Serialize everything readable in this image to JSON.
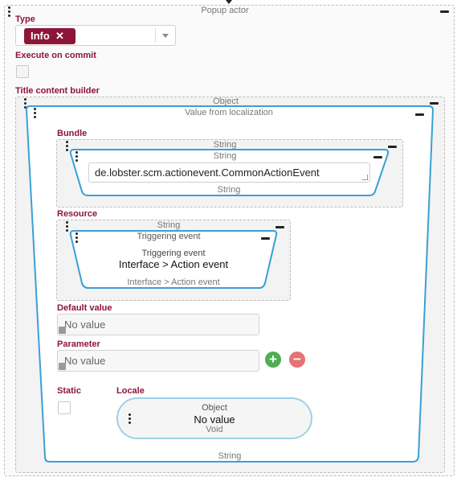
{
  "root": {
    "caption": "Popup actor"
  },
  "type_field": {
    "label": "Type",
    "selected_tag": "Info",
    "remove_glyph": "✕"
  },
  "execute_on_commit": {
    "label": "Execute on commit",
    "checked": false
  },
  "title_content_builder": {
    "label": "Title content builder",
    "caption": "Object",
    "inner": {
      "caption": "Value from localization",
      "footer": "String",
      "bundle": {
        "label": "Bundle",
        "caption": "String",
        "inner_caption": "String",
        "value": "de.lobster.scm.actionevent.CommonActionEvent",
        "footer": "String"
      },
      "resource": {
        "label": "Resource",
        "caption": "String",
        "inner_caption": "Triggering event",
        "small_title": "Triggering event",
        "value": "Interface > Action event",
        "footer": "Interface > Action event"
      },
      "default_value": {
        "label": "Default value",
        "placeholder": "No value"
      },
      "parameter": {
        "label": "Parameter",
        "placeholder": "No value"
      },
      "static": {
        "label": "Static",
        "checked": false
      },
      "locale": {
        "label": "Locale",
        "caption": "Object",
        "value": "No value",
        "footer": "Void"
      }
    }
  },
  "colors": {
    "label": "#8c1538",
    "tag": "#8c1538",
    "accent_blue": "#3a9fd8",
    "add": "#4caf50",
    "remove": "#e57373"
  }
}
